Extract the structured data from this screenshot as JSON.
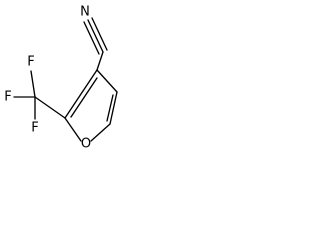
{
  "molecule": {
    "atoms": {
      "nitrile_nitrogen": "N",
      "ring_oxygen": "O",
      "fluorine_top": "F",
      "fluorine_left": "F",
      "fluorine_bottom": "F"
    },
    "colors": {
      "bond": "#000000",
      "label": "#000000",
      "background": "#ffffff"
    }
  }
}
